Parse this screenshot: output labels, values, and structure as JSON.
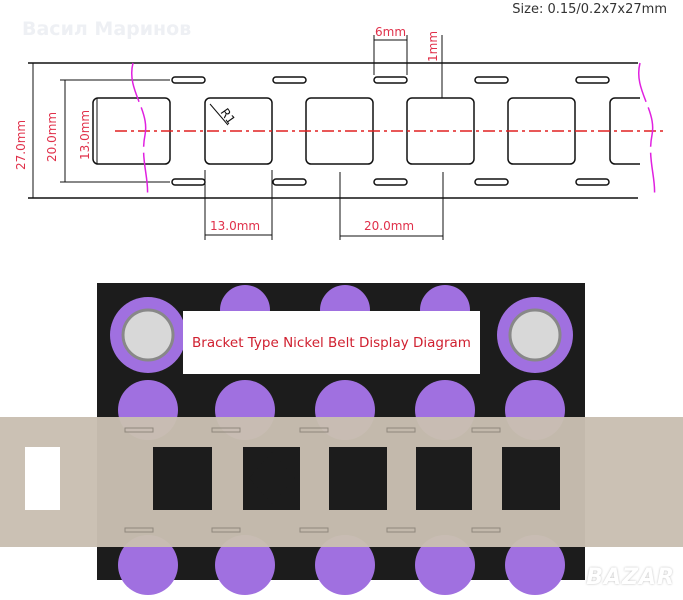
{
  "watermark_top": "Васил Маринов",
  "size_note": "Size: 0.15/0.2x7x27mm",
  "dimensions": {
    "total_width": "27.0mm",
    "slot_span": "20.0mm",
    "window_height": "13.0mm",
    "window_width": "13.0mm",
    "pitch": "20.0mm",
    "slot_length": "6mm",
    "gap": "1mm",
    "radius": "R1"
  },
  "photo_label": "Bracket Type Nickel Belt Display Diagram",
  "watermark_bottom": "BAZAR",
  "colors": {
    "dimension_text": "#e0304a",
    "centerline": "#e02020",
    "break_line": "#e020e0",
    "cell_wrap": "#a070e0",
    "nickel": "#c9bfb2",
    "holder": "#1c1c1c"
  }
}
